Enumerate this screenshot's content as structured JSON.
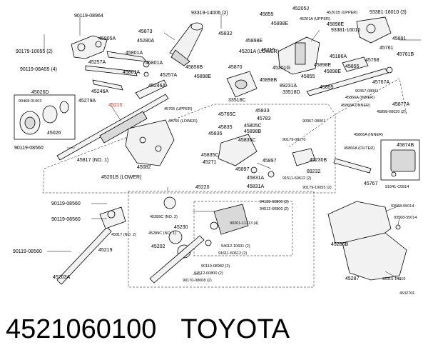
{
  "caption": {
    "part_number": "4521060100",
    "brand": "TOYOTA"
  },
  "diagram_code": "453270F",
  "highlight_color": "#ff1a1a",
  "labels": [
    {
      "id": "l1",
      "text": "90119-08964"
    },
    {
      "id": "l2",
      "text": "45805A"
    },
    {
      "id": "l3",
      "text": "90179-10055 (2)"
    },
    {
      "id": "l4",
      "text": "45801A"
    },
    {
      "id": "l5",
      "text": "45873"
    },
    {
      "id": "l6",
      "text": "45280A"
    },
    {
      "id": "l7",
      "text": "45801A"
    },
    {
      "id": "l8",
      "text": "90119-08A55 (4)"
    },
    {
      "id": "l9",
      "text": "45257A"
    },
    {
      "id": "l10",
      "text": "45026D"
    },
    {
      "id": "l11",
      "text": "90468-01003"
    },
    {
      "id": "l12",
      "text": "45246A"
    },
    {
      "id": "l13",
      "text": "45279A"
    },
    {
      "id": "l14",
      "text": "45246A"
    },
    {
      "id": "l15",
      "text": "45257A"
    },
    {
      "id": "l16",
      "text": "45801A"
    },
    {
      "id": "l17",
      "text": "45210"
    },
    {
      "id": "l18",
      "text": "45026"
    },
    {
      "id": "l19",
      "text": "90119-08560"
    },
    {
      "id": "l20",
      "text": "45817 (NO. 1)"
    },
    {
      "id": "l21",
      "text": "45201B (LOWER)"
    },
    {
      "id": "l22",
      "text": "45082"
    },
    {
      "id": "l23",
      "text": "93319-14006 (2)"
    },
    {
      "id": "l24",
      "text": "45832"
    },
    {
      "id": "l25",
      "text": "45855"
    },
    {
      "id": "l26",
      "text": "45898E"
    },
    {
      "id": "l27",
      "text": "45898E"
    },
    {
      "id": "l28",
      "text": "45201A (LOWER)"
    },
    {
      "id": "l29",
      "text": "45215"
    },
    {
      "id": "l30",
      "text": "45856B"
    },
    {
      "id": "l31",
      "text": "45898E"
    },
    {
      "id": "l32",
      "text": "45870"
    },
    {
      "id": "l33",
      "text": "45205J"
    },
    {
      "id": "l34",
      "text": "45201A (UPPER)"
    },
    {
      "id": "l35",
      "text": "45201B (UPPER)"
    },
    {
      "id": "l36",
      "text": "45898E"
    },
    {
      "id": "l37",
      "text": "93381-16010 (3)"
    },
    {
      "id": "l38",
      "text": "93381-16010"
    },
    {
      "id": "l39",
      "text": "45891"
    },
    {
      "id": "l40",
      "text": "45761"
    },
    {
      "id": "l41",
      "text": "45761B"
    },
    {
      "id": "l42",
      "text": "45186A"
    },
    {
      "id": "l43",
      "text": "45768"
    },
    {
      "id": "l44",
      "text": "45201G"
    },
    {
      "id": "l45",
      "text": "45898E"
    },
    {
      "id": "l46",
      "text": "45855"
    },
    {
      "id": "l47",
      "text": "45898E"
    },
    {
      "id": "l48",
      "text": "45855"
    },
    {
      "id": "l49",
      "text": "45898B"
    },
    {
      "id": "l50",
      "text": "89231A"
    },
    {
      "id": "l51",
      "text": "33518D"
    },
    {
      "id": "l52",
      "text": "33518C"
    },
    {
      "id": "l53",
      "text": "45855"
    },
    {
      "id": "l54",
      "text": "45767A"
    },
    {
      "id": "l55",
      "text": "90367-08001"
    },
    {
      "id": "l56",
      "text": "45866A (INNER)"
    },
    {
      "id": "l57",
      "text": "45877A"
    },
    {
      "id": "l58",
      "text": "45898-60020 (2)"
    },
    {
      "id": "l59",
      "text": "45866A (INNER)"
    },
    {
      "id": "l60",
      "text": "45765 (UPPER)"
    },
    {
      "id": "l61",
      "text": "45765C"
    },
    {
      "id": "l62",
      "text": "45833"
    },
    {
      "id": "l63",
      "text": "45765 (LOWER)"
    },
    {
      "id": "l64",
      "text": "45783"
    },
    {
      "id": "l65",
      "text": "45835"
    },
    {
      "id": "l66",
      "text": "45805C"
    },
    {
      "id": "l67",
      "text": "45898B"
    },
    {
      "id": "l68",
      "text": "45835"
    },
    {
      "id": "l69",
      "text": "45835C"
    },
    {
      "id": "l70",
      "text": "45835C"
    },
    {
      "id": "l71",
      "text": "45271"
    },
    {
      "id": "l72",
      "text": "45897"
    },
    {
      "id": "l73",
      "text": "45897"
    },
    {
      "id": "l74",
      "text": "90367-08001"
    },
    {
      "id": "l75",
      "text": "90179-08170"
    },
    {
      "id": "l76",
      "text": "45866A (INNER)"
    },
    {
      "id": "l77",
      "text": "45866A (OUTER)"
    },
    {
      "id": "l78",
      "text": "45874B"
    },
    {
      "id": "l79",
      "text": "45230B"
    },
    {
      "id": "l80",
      "text": "89232"
    },
    {
      "id": "l81",
      "text": "45831A"
    },
    {
      "id": "l82",
      "text": "91511-60612 (2)"
    },
    {
      "id": "l83",
      "text": "45767"
    },
    {
      "id": "l84",
      "text": "45831A"
    },
    {
      "id": "l85",
      "text": "90179-10055 (2)"
    },
    {
      "id": "l86",
      "text": "91641-C0814"
    },
    {
      "id": "l87",
      "text": "45220"
    },
    {
      "id": "l88",
      "text": "90119-08560"
    },
    {
      "id": "l89",
      "text": "90119-08560"
    },
    {
      "id": "l90",
      "text": "45817 (NO. 2)"
    },
    {
      "id": "l91",
      "text": "45219"
    },
    {
      "id": "l92",
      "text": "90119-08560"
    },
    {
      "id": "l93",
      "text": "45203A"
    },
    {
      "id": "l94",
      "text": "45289C (NO. 2)"
    },
    {
      "id": "l95",
      "text": "45230"
    },
    {
      "id": "l96",
      "text": "45289C (NO. 1)"
    },
    {
      "id": "l97",
      "text": "45202"
    },
    {
      "id": "l98",
      "text": "94130-60800 (2)"
    },
    {
      "id": "l99",
      "text": "94512-60800 (2)"
    },
    {
      "id": "l100",
      "text": "90201-11313 (4)"
    },
    {
      "id": "l101",
      "text": "94612-10601 (2)"
    },
    {
      "id": "l102",
      "text": "91611-60612 (2)"
    },
    {
      "id": "l103",
      "text": "90119-08982 (2)"
    },
    {
      "id": "l104",
      "text": "94512-00800 (2)"
    },
    {
      "id": "l105",
      "text": "90170-08008 (2)"
    },
    {
      "id": "l106",
      "text": "93568-55014"
    },
    {
      "id": "l107",
      "text": "93568-55014"
    },
    {
      "id": "l108",
      "text": "45286B"
    },
    {
      "id": "l109",
      "text": "45287"
    },
    {
      "id": "l110",
      "text": "93315-14010"
    }
  ]
}
